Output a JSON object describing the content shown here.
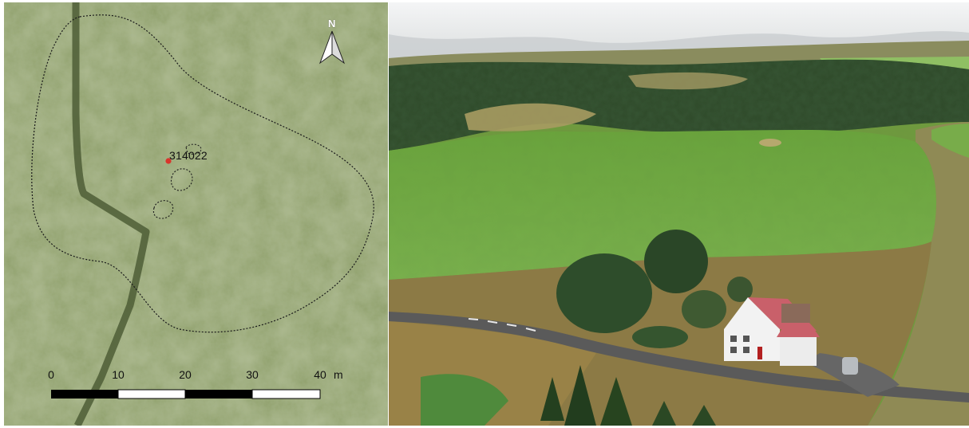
{
  "map": {
    "site_label": "314022",
    "north_label": "N",
    "scale_bar": {
      "ticks": [
        "0",
        "10",
        "20",
        "30",
        "40"
      ],
      "unit": "m"
    }
  },
  "colors": {
    "grass_base": "#8fa06a",
    "ditch": "#4a5a35",
    "site_marker": "#d9342b",
    "outline": "#1a1a1a",
    "house_roof": "#c9606a",
    "house_wall": "#f2f2f2",
    "field": "#72a446",
    "forest": "#2f4a2a",
    "road": "#5a5a5a"
  }
}
